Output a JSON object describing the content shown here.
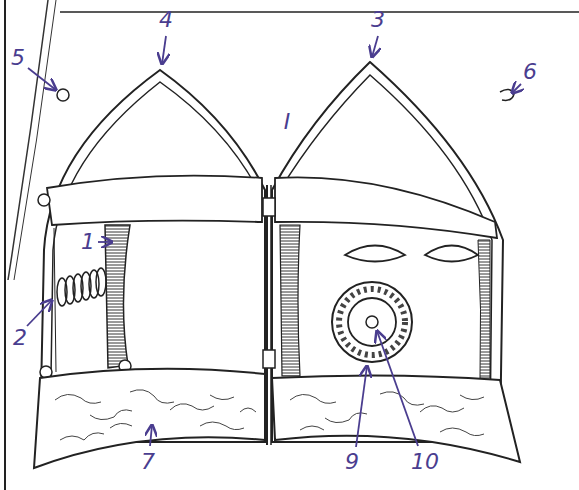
{
  "diagram": {
    "labels": [
      "5",
      "4",
      "3",
      "6",
      "I",
      "1",
      "2",
      "7",
      "9",
      "10"
    ]
  }
}
